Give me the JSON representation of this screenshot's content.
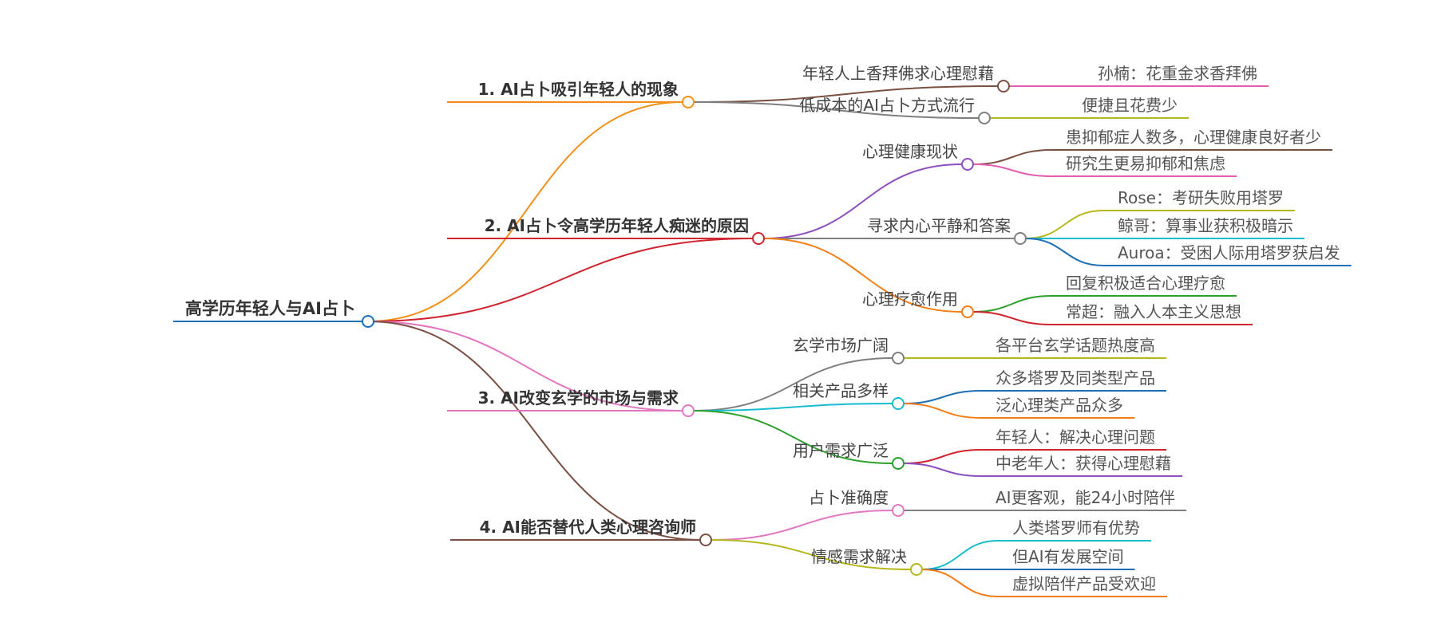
{
  "root": {
    "label": "高学历年轻人与AI占卜",
    "color": "#1f6fb5",
    "children": [
      {
        "label": "1. AI占卜吸引年轻人的现象",
        "color": "#f39019",
        "children": [
          {
            "label": "年轻人上香拜佛求心理慰藉",
            "color": "#7a5043",
            "children": [
              {
                "label": "孙楠：花重金求香拜佛",
                "color": "#e35db1"
              }
            ]
          },
          {
            "label": "低成本的AI占卜方式流行",
            "color": "#7f7f7f",
            "children": [
              {
                "label": "便捷且花费少",
                "color": "#b7b720"
              }
            ]
          }
        ]
      },
      {
        "label": "2. AI占卜令高学历年轻人痴迷的原因",
        "color": "#d0242f",
        "children": [
          {
            "label": "心理健康现状",
            "color": "#8d4fc0",
            "children": [
              {
                "label": "患抑郁症人数多，心理健康良好者少",
                "color": "#7a5043"
              },
              {
                "label": "研究生更易抑郁和焦虑",
                "color": "#e35db1"
              }
            ]
          },
          {
            "label": "寻求内心平静和答案",
            "color": "#7f7f7f",
            "children": [
              {
                "label": "Rose：考研失败用塔罗",
                "color": "#b7b720"
              },
              {
                "label": "鲸哥：算事业获积极暗示",
                "color": "#16bcd0"
              },
              {
                "label": "Auroa：受困人际用塔罗获启发",
                "color": "#1f6fb5"
              }
            ]
          },
          {
            "label": "心理疗愈作用",
            "color": "#f47d16",
            "children": [
              {
                "label": "回复积极适合心理疗愈",
                "color": "#2ca02c"
              },
              {
                "label": "常超：融入人本主义思想",
                "color": "#d0242f"
              }
            ]
          }
        ]
      },
      {
        "label": "3. AI改变玄学的市场与需求",
        "color": "#e377c2",
        "children": [
          {
            "label": "玄学市场广阔",
            "color": "#7f7f7f",
            "children": [
              {
                "label": "各平台玄学话题热度高",
                "color": "#b7b720"
              }
            ]
          },
          {
            "label": "相关产品多样",
            "color": "#16bcd0",
            "children": [
              {
                "label": "众多塔罗及同类型产品",
                "color": "#1f6fb5"
              },
              {
                "label": "泛心理类产品众多",
                "color": "#f47d16"
              }
            ]
          },
          {
            "label": "用户需求广泛",
            "color": "#2ca02c",
            "children": [
              {
                "label": "年轻人：解决心理问题",
                "color": "#d0242f"
              },
              {
                "label": "中老年人：获得心理慰藉",
                "color": "#8d4fc0"
              }
            ]
          }
        ]
      },
      {
        "label": "4. AI能否替代人类心理咨询师",
        "color": "#7a5043",
        "children": [
          {
            "label": "占卜准确度",
            "color": "#e377c2",
            "children": [
              {
                "label": "AI更客观，能24小时陪伴",
                "color": "#7f7f7f"
              }
            ]
          },
          {
            "label": "情感需求解决",
            "color": "#b7b720",
            "children": [
              {
                "label": "人类塔罗师有优势",
                "color": "#16bcd0"
              },
              {
                "label": "但AI有发展空间",
                "color": "#1f6fb5"
              },
              {
                "label": "虚拟陪伴产品受欢迎",
                "color": "#f47d16"
              }
            ]
          }
        ]
      }
    ]
  }
}
